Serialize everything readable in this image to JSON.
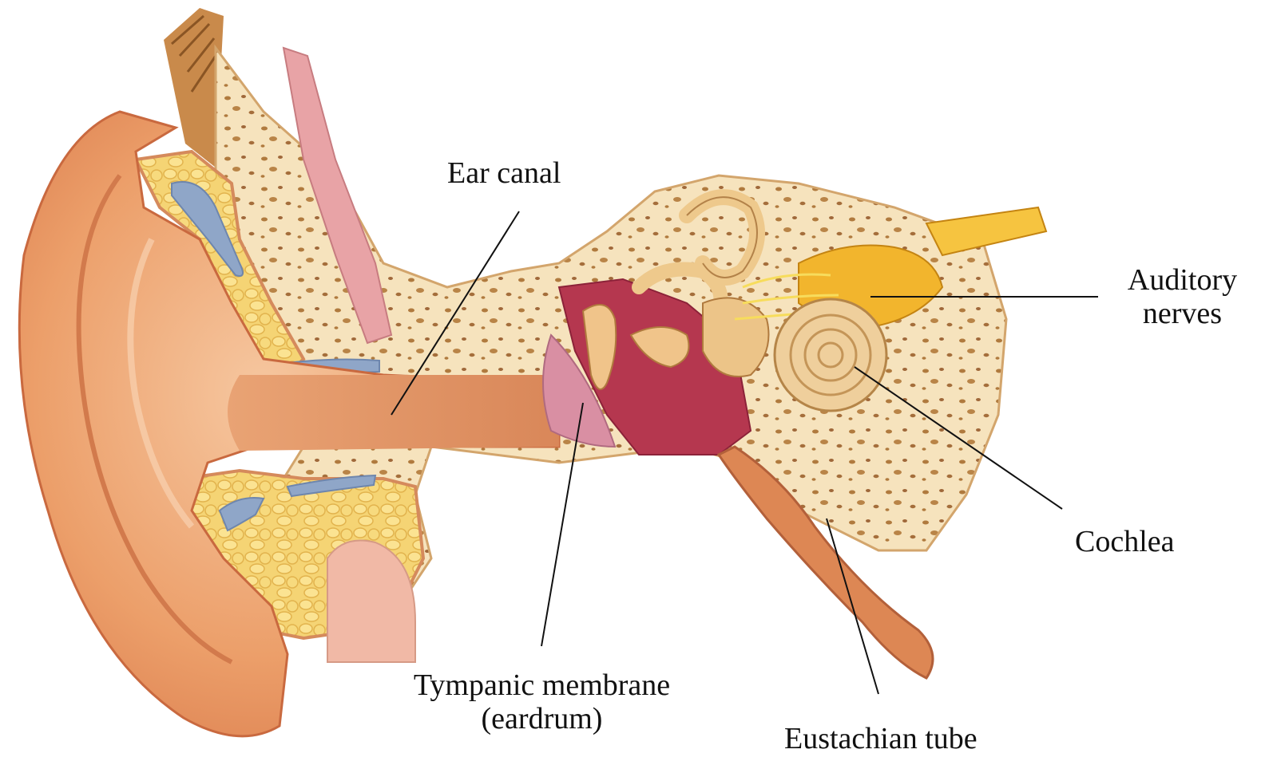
{
  "labels": {
    "ear_canal": "Ear canal",
    "auditory_nerves_line1": "Auditory",
    "auditory_nerves_line2": "nerves",
    "cochlea": "Cochlea",
    "tympanic_line1": "Tympanic membrane",
    "tympanic_line2": "(eardrum)",
    "eustachian_tube": "Eustachian tube"
  }
}
